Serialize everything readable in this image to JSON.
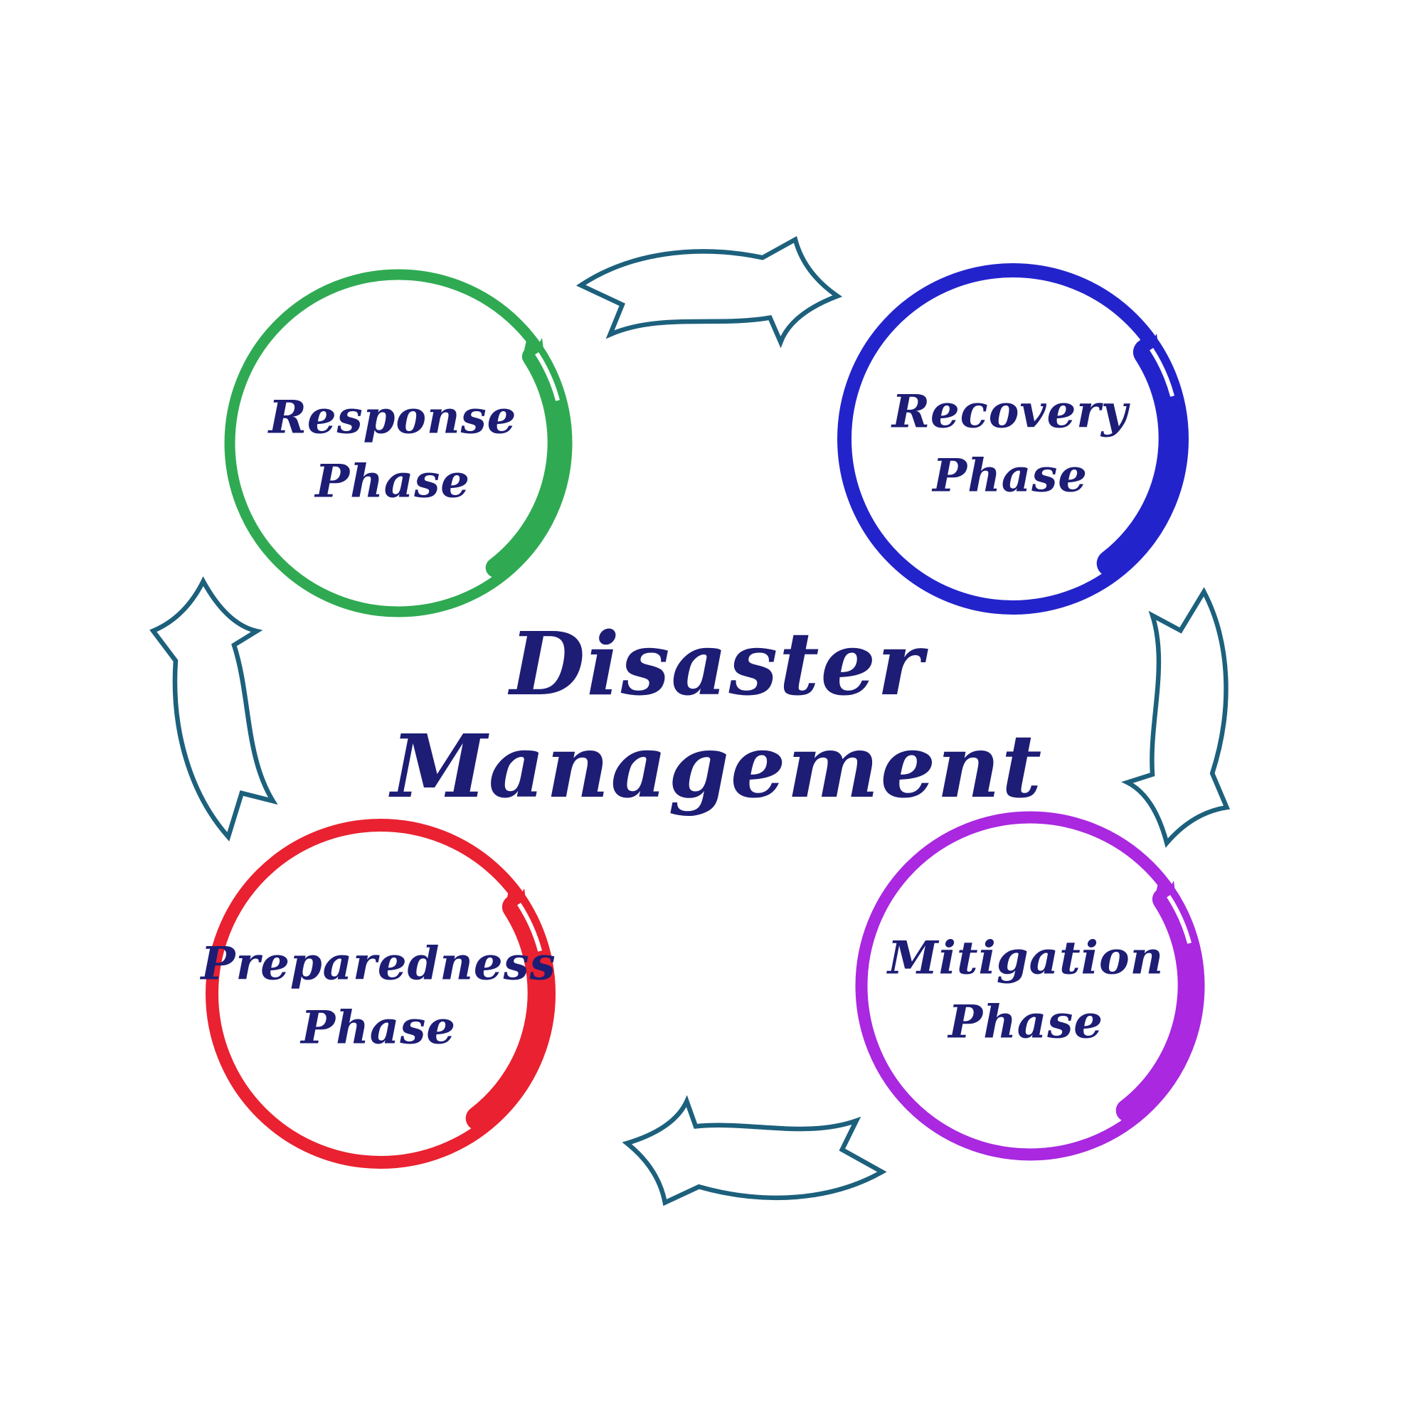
{
  "title": "Disaster\nManagement",
  "phases": [
    {
      "name": "response",
      "label": "Response\nPhase",
      "color": "#2faa52"
    },
    {
      "name": "recovery",
      "label": "Recovery\nPhase",
      "color": "#2323cc"
    },
    {
      "name": "preparedness",
      "label": "Preparedness\nPhase",
      "color": "#e92130"
    },
    {
      "name": "mitigation",
      "label": "Mitigation\nPhase",
      "color": "#a928e0"
    }
  ],
  "colors": {
    "arrow": "#1c607c",
    "label_text": "#1d1d75",
    "background": "#ffffff"
  }
}
